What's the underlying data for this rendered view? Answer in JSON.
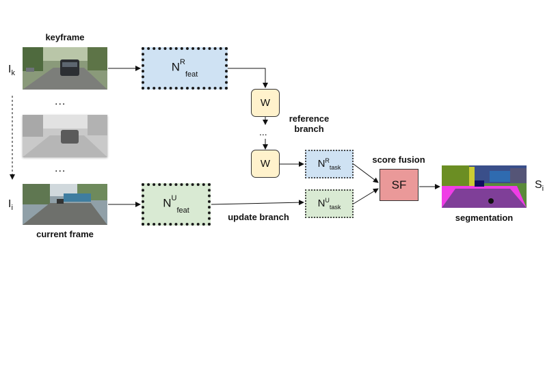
{
  "labels": {
    "keyframe": "keyframe",
    "current_frame": "current frame",
    "segmentation": "segmentation",
    "score_fusion": "score fusion",
    "reference_branch_line1": "reference",
    "reference_branch_line2": "branch",
    "update_branch": "update branch",
    "ellipsis": "...",
    "vertical_ellipsis": "⋮"
  },
  "inputs": {
    "keyframe_symbol": "I",
    "keyframe_sub": "k",
    "current_symbol": "I",
    "current_sub": "i"
  },
  "output": {
    "symbol": "S",
    "sub": "i"
  },
  "nodes": {
    "feat_ref": {
      "base": "N",
      "sup": "R",
      "sub": "feat"
    },
    "feat_upd": {
      "base": "N",
      "sup": "U",
      "sub": "feat"
    },
    "task_ref": {
      "base": "N",
      "sup": "R",
      "sub": "task"
    },
    "task_upd": {
      "base": "N",
      "sup": "U",
      "sub": "task"
    },
    "warp1": "W",
    "warp2": "W",
    "fusion": "SF"
  },
  "colors": {
    "reference": "#cfe2f3",
    "update": "#d9ead3",
    "warp": "#fff2cc",
    "fusion": "#ea9999",
    "seg_road": "#7f3f98",
    "seg_sidewalk": "#ef3de6"
  }
}
